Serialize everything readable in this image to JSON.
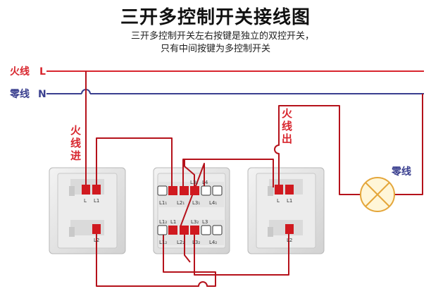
{
  "title": "三开多控制开关接线图",
  "subtitle_lines": [
    "三开多控制开关左右按键是独立的双控开关，",
    "只有中间按键为多控制开关"
  ],
  "lines": {
    "live": {
      "name": "火线",
      "letter": "L",
      "color": "#d8262e"
    },
    "neutral": {
      "name": "零线",
      "letter": "N",
      "color": "#3a3f8f"
    }
  },
  "labels": {
    "live_in": [
      "火",
      "线",
      "进"
    ],
    "live_out": [
      "火",
      "线",
      "出"
    ],
    "lamp_neutral": "零线"
  },
  "switches": {
    "left": {
      "top_terminals": [
        "L",
        "L1"
      ],
      "bottom_terminals": [
        "L2"
      ]
    },
    "middle": {
      "top_terminals": [
        "L1₁",
        "L2₁",
        "L3₁",
        "L4₁"
      ],
      "top_row": [
        "",
        "",
        "L3₁",
        "L4"
      ],
      "bottom_terminals": [
        "L1₂",
        "L2₂",
        "L3₂",
        "L4₂"
      ],
      "bottom_row": [
        "L1₂",
        "L1",
        "L3₂",
        "L3"
      ]
    },
    "right": {
      "top_terminals": [
        "L",
        "L1"
      ],
      "bottom_terminals": [
        "L2"
      ]
    }
  },
  "colors": {
    "wire": "#b5121b",
    "terminal_red": "#d0191f",
    "switch_body": "#e2e2e2",
    "lamp_fill": "#fff6d8",
    "lamp_stroke": "#e4a63a"
  }
}
